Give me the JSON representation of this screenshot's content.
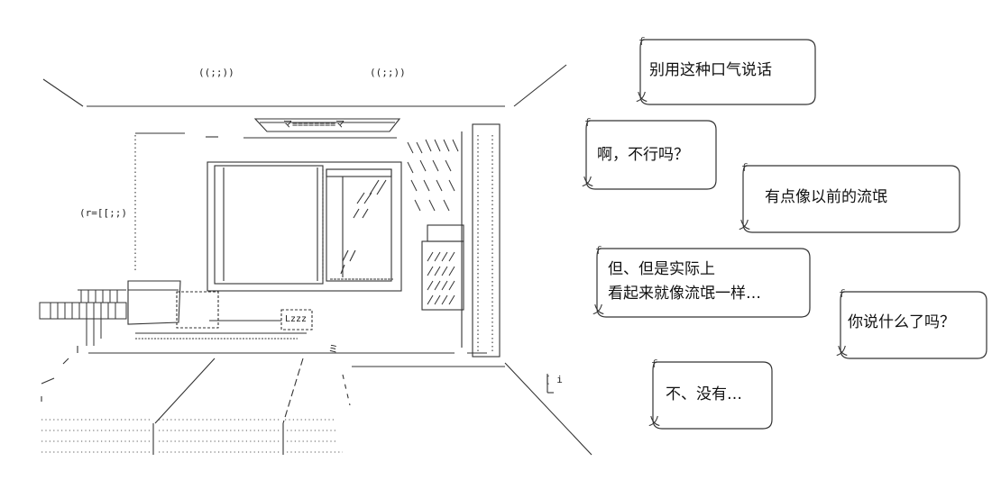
{
  "scene": {
    "ceiling_icon_left": "((;;))",
    "ceiling_icon_right": "((;;))",
    "vent_panel": "マ========マ",
    "wall_clock": "(r=[[;;)",
    "pillow_mark": "Lzzz",
    "bed_mark": "ミ",
    "door_handle": "[ i"
  },
  "dialogue": [
    {
      "lines": [
        "别用这种口气说话"
      ]
    },
    {
      "lines": [
        "啊，不行吗？"
      ]
    },
    {
      "lines": [
        "有点像以前的流氓"
      ]
    },
    {
      "lines": [
        "但、但是实际上",
        "看起来就像流氓一样…"
      ]
    },
    {
      "lines": [
        "你说什么了吗？"
      ]
    },
    {
      "lines": [
        "不、没有…"
      ]
    }
  ]
}
